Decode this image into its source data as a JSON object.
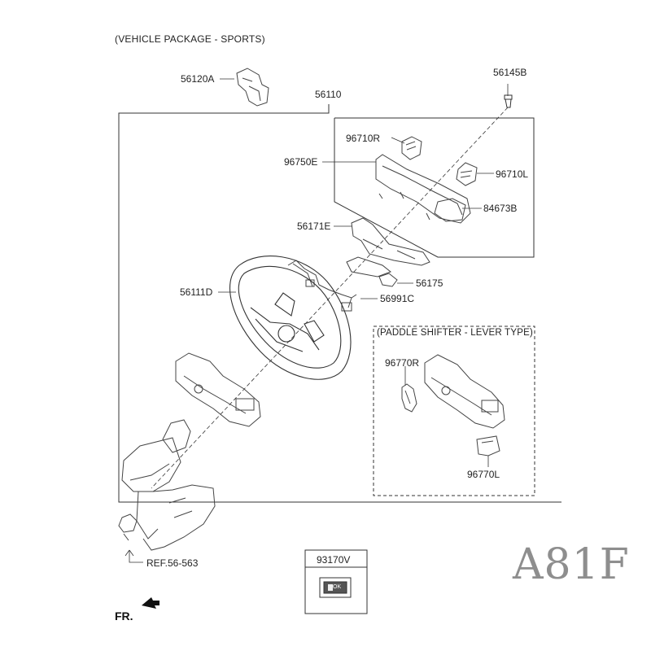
{
  "header": {
    "package_title": "(VEHICLE PACKAGE - SPORTS)"
  },
  "inset": {
    "title": "(PADDLE SHIFTER - LEVER TYPE)"
  },
  "labels": {
    "p56120A": "56120A",
    "p56110": "56110",
    "p56145B": "56145B",
    "p96710R": "96710R",
    "p96750E": "96750E",
    "p96710L": "96710L",
    "p84673B": "84673B",
    "p56171E": "56171E",
    "p56175": "56175",
    "p56111D": "56111D",
    "p56991C": "56991C",
    "p96770R": "96770R",
    "p96770L": "96770L",
    "ref": "REF.56-563",
    "p93170V": "93170V",
    "ok_key": "OK"
  },
  "front_marker": "FR.",
  "watermark": "A81F"
}
